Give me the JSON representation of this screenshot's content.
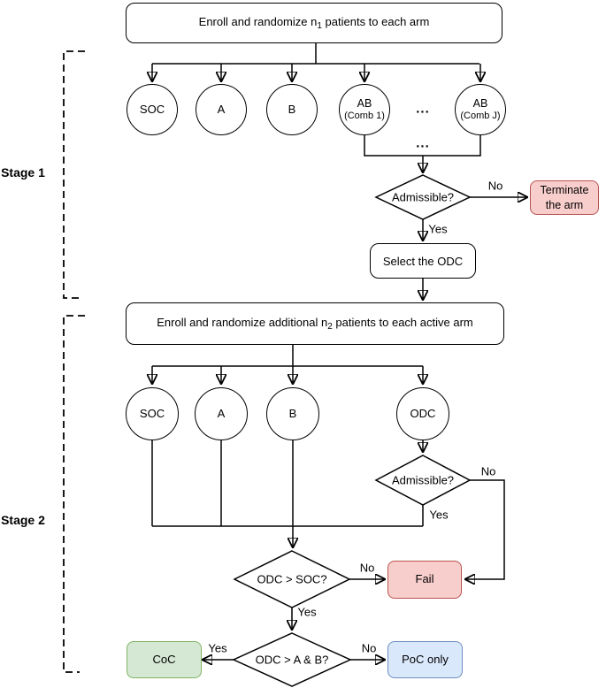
{
  "stage1": {
    "label": "Stage 1",
    "enroll_prefix": "Enroll and randomize n",
    "enroll_sub": "1",
    "enroll_suffix": " patients to each arm",
    "arm_soc": "SOC",
    "arm_a": "A",
    "arm_b": "B",
    "arm_ab1_top": "AB",
    "arm_ab1_bottom": "(Comb 1)",
    "arm_abj_top": "AB",
    "arm_abj_bottom": "(Comb J)",
    "ellipsis": "...",
    "admissible": "Admissible?",
    "terminate_line1": "Terminate",
    "terminate_line2": "the arm",
    "select_odc": "Select the ODC"
  },
  "stage2": {
    "label": "Stage 2",
    "enroll_prefix": "Enroll and randomize additional n",
    "enroll_sub": "2",
    "enroll_suffix": " patients to each active arm",
    "arm_soc": "SOC",
    "arm_a": "A",
    "arm_b": "B",
    "arm_odc": "ODC",
    "admissible": "Admissible?",
    "decision_soc": "ODC > SOC?",
    "decision_ab": "ODC > A & B?",
    "fail": "Fail",
    "coc": "CoC",
    "poc_only": "PoC only"
  },
  "labels": {
    "yes": "Yes",
    "no": "No"
  },
  "colors": {
    "line": "#000000",
    "fail_fill": "#F8CECC",
    "fail_border": "#B85450",
    "success_fill": "#D5E8D4",
    "success_border": "#82B366",
    "info_fill": "#DAE8FC",
    "info_border": "#6C8EBF"
  }
}
